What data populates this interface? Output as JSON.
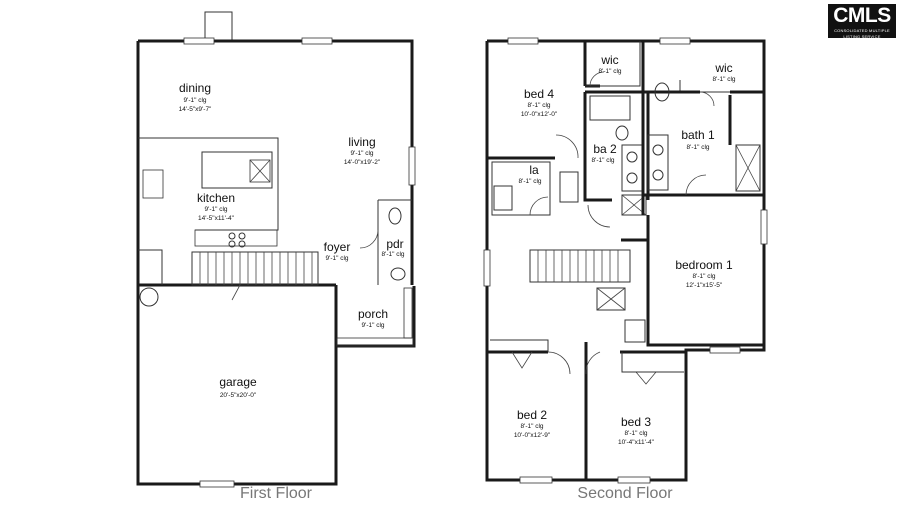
{
  "logo": {
    "brand": "CMLS",
    "tagline": "CONSOLIDATED MULTIPLE LISTING SERVICE"
  },
  "first_floor": {
    "caption": "First Floor",
    "rooms": {
      "dining": {
        "name": "dining",
        "clg": "9'-1\" clg",
        "size": "14'-5\"x9'-7\""
      },
      "living": {
        "name": "living",
        "clg": "9'-1\" clg",
        "size": "14'-0\"x19'-2\""
      },
      "kitchen": {
        "name": "kitchen",
        "clg": "9'-1\" clg",
        "size": "14'-5\"x11'-4\""
      },
      "foyer": {
        "name": "foyer",
        "clg": "9'-1\" clg"
      },
      "pdr": {
        "name": "pdr",
        "clg": "8'-1\" clg"
      },
      "porch": {
        "name": "porch",
        "clg": "9'-1\" clg"
      },
      "garage": {
        "name": "garage",
        "size": "20'-5\"x20'-0\""
      }
    }
  },
  "second_floor": {
    "caption": "Second Floor",
    "rooms": {
      "bed4": {
        "name": "bed 4",
        "clg": "8'-1\" clg",
        "size": "10'-0\"x12'-0\""
      },
      "wic_a": {
        "name": "wic",
        "clg": "8'-1\" clg"
      },
      "wic_b": {
        "name": "wic",
        "clg": "8'-1\" clg"
      },
      "ba2": {
        "name": "ba 2",
        "clg": "8'-1\" clg"
      },
      "la": {
        "name": "la",
        "clg": "8'-1\" clg"
      },
      "bath1": {
        "name": "bath 1",
        "clg": "8'-1\" clg"
      },
      "bedroom1": {
        "name": "bedroom 1",
        "clg": "8'-1\" clg",
        "size": "12'-1\"x15'-5\""
      },
      "bed2": {
        "name": "bed 2",
        "clg": "8'-1\" clg",
        "size": "10'-0\"x12'-9\""
      },
      "bed3": {
        "name": "bed 3",
        "clg": "8'-1\" clg",
        "size": "10'-4\"x11'-4\""
      }
    }
  }
}
